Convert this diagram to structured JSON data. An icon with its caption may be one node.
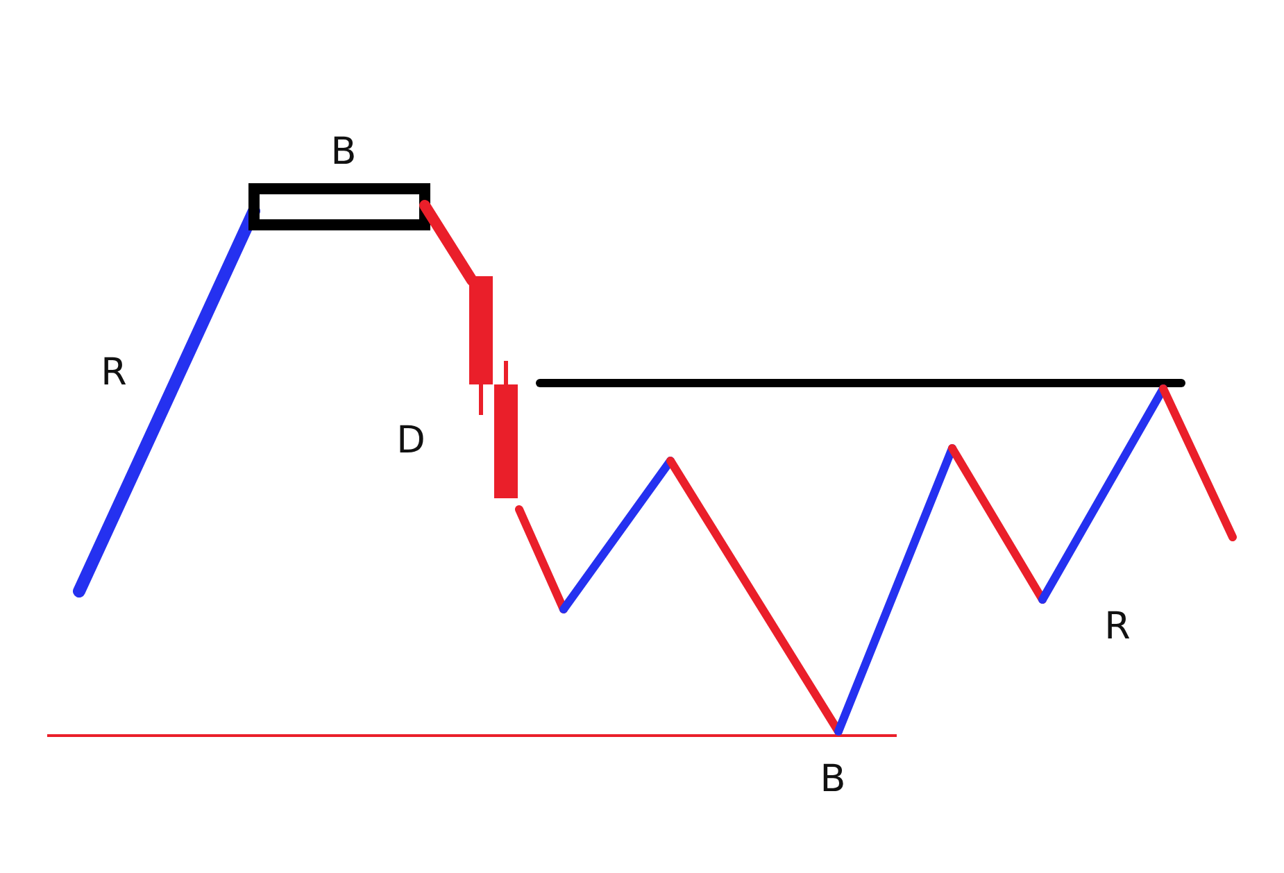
{
  "diagram": {
    "nodes": [
      {
        "text": [],
        "shape": "box",
        "beside": [
          "B"
        ]
      }
    ],
    "labels": [
      "R",
      "D",
      "R",
      "B"
    ]
  }
}
